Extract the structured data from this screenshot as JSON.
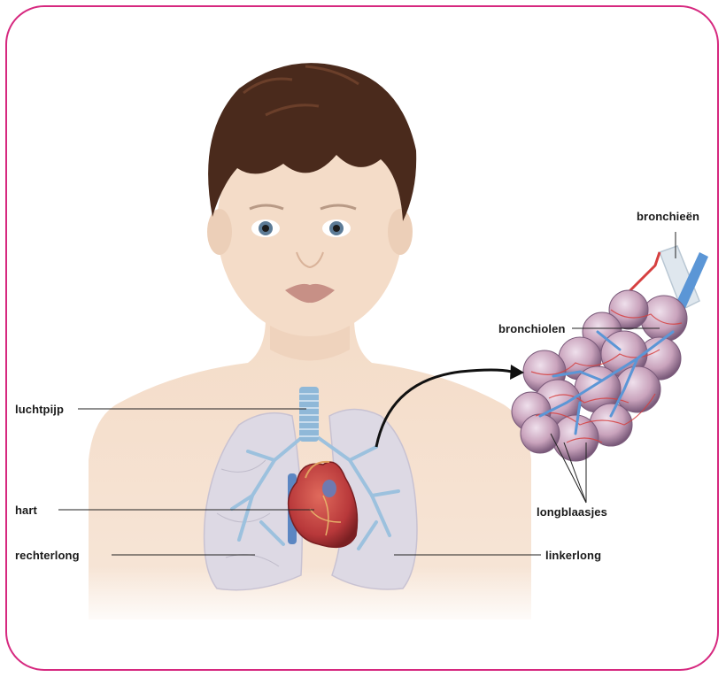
{
  "labels": {
    "trachea": "luchtpijp",
    "heart": "hart",
    "right_lung": "rechterlong",
    "left_lung": "linkerlong",
    "bronchi": "bronchieën",
    "bronchioles": "bronchiolen",
    "alveoli": "longblaasjes"
  },
  "colors": {
    "frame_border": "#d6287f",
    "skin": "#f2d9c4",
    "hair": "#4a2a1c",
    "lung": "#ddd9e4",
    "bronchi": "#8fb8d8",
    "heart": "#b8383a",
    "alveoli": "#c9a3bc",
    "capillaries": "#d64040",
    "arrow": "#111111"
  },
  "icons": {
    "zoom_arrow": "curved-arrow-icon"
  }
}
